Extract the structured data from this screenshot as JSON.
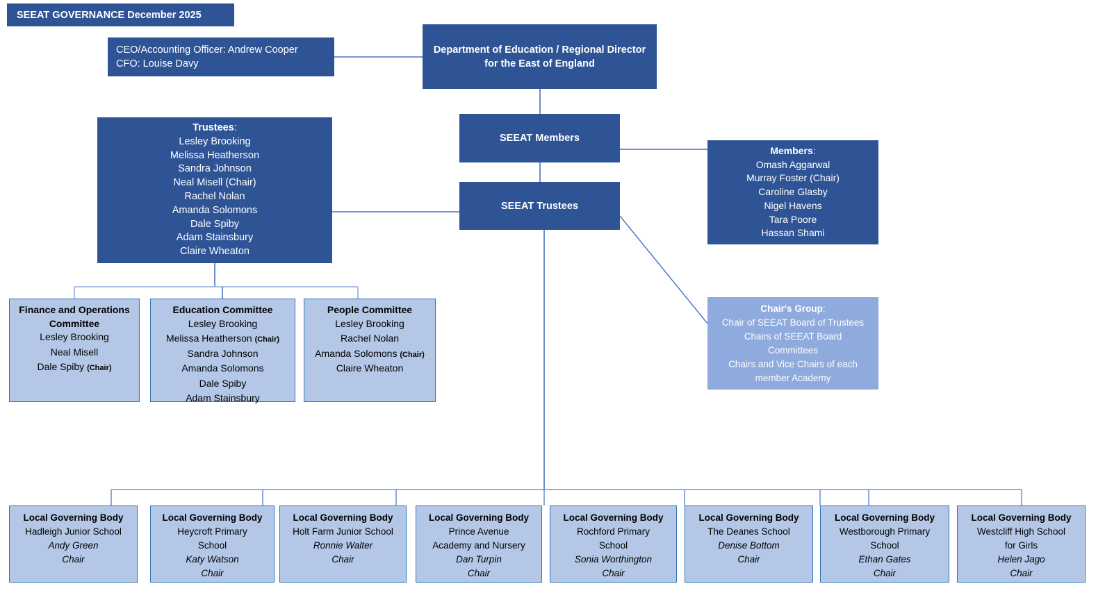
{
  "title_banner": {
    "text": "SEEAT GOVERNANCE December 2025"
  },
  "exec": {
    "line1": "CEO/Accounting Officer: Andrew Cooper",
    "line2": "CFO: Louise Davy"
  },
  "dfe": {
    "line1": "Department of Education / Regional Director",
    "line2": "for the East of England"
  },
  "seeat_members": {
    "label": "SEEAT Members"
  },
  "seeat_trustees": {
    "label": "SEEAT Trustees"
  },
  "members_panel": {
    "heading": "Members",
    "heading_colon": ":",
    "names": [
      "Omash Aggarwal",
      "Murray Foster (Chair)",
      "Caroline Glasby",
      "Nigel Havens",
      "Tara Poore",
      "Hassan Shami"
    ]
  },
  "trustees_panel": {
    "heading": "Trustees",
    "heading_colon": ":",
    "names": [
      "Lesley Brooking",
      "Melissa Heatherson",
      "Sandra Johnson",
      "Neal Misell (Chair)",
      "Rachel Nolan",
      "Amanda Solomons",
      "Dale Spiby",
      "Adam  Stainsbury",
      "Claire Wheaton"
    ]
  },
  "chairs_group": {
    "heading": "Chair's Group",
    "heading_colon": ":",
    "lines": [
      "Chair of SEEAT Board of Trustees",
      "Chairs of SEEAT Board",
      "Committees",
      "Chairs and Vice Chairs of each",
      "member Academy"
    ]
  },
  "committees": [
    {
      "title_lines": [
        "Finance and Operations",
        "Committee"
      ],
      "members": [
        {
          "name": "Lesley Brooking",
          "role": ""
        },
        {
          "name": "Neal Misell",
          "role": ""
        },
        {
          "name": "Dale Spiby",
          "role": "(Chair)"
        }
      ]
    },
    {
      "title_lines": [
        "Education Committee"
      ],
      "members": [
        {
          "name": "Lesley Brooking",
          "role": ""
        },
        {
          "name": "Melissa Heatherson",
          "role": "(Chair)"
        },
        {
          "name": "Sandra Johnson",
          "role": ""
        },
        {
          "name": "Amanda Solomons",
          "role": ""
        },
        {
          "name": "Dale Spiby",
          "role": ""
        },
        {
          "name": "Adam Stainsbury",
          "role": ""
        }
      ]
    },
    {
      "title_lines": [
        "People Committee"
      ],
      "members": [
        {
          "name": "Lesley Brooking",
          "role": ""
        },
        {
          "name": "Rachel Nolan",
          "role": ""
        },
        {
          "name": "Amanda Solomons",
          "role": "(Chair)"
        },
        {
          "name": "Claire Wheaton",
          "role": ""
        }
      ]
    }
  ],
  "lgb_heading": "Local Governing Body",
  "local_governing_bodies": [
    {
      "school_lines": [
        "Hadleigh Junior School",
        ""
      ],
      "chair_name": "Andy Green",
      "chair_role": "Chair"
    },
    {
      "school_lines": [
        "Heycroft Primary",
        "School"
      ],
      "chair_name": "Katy Watson",
      "chair_role": "Chair"
    },
    {
      "school_lines": [
        "Holt Farm Junior School",
        ""
      ],
      "chair_name": "Ronnie Walter",
      "chair_role": "Chair"
    },
    {
      "school_lines": [
        "Prince Avenue",
        "Academy and Nursery"
      ],
      "chair_name": "Dan Turpin",
      "chair_role": "Chair"
    },
    {
      "school_lines": [
        "Rochford Primary",
        "School"
      ],
      "chair_name": "Sonia Worthington",
      "chair_role": "Chair"
    },
    {
      "school_lines": [
        "The Deanes School",
        ""
      ],
      "chair_name": "Denise Bottom",
      "chair_role": "Chair"
    },
    {
      "school_lines": [
        "Westborough Primary",
        "School"
      ],
      "chair_name": "Ethan Gates",
      "chair_role": "Chair"
    },
    {
      "school_lines": [
        "Westcliff High School",
        "for Girls"
      ],
      "chair_name": "Helen Jago",
      "chair_role": "Chair"
    }
  ],
  "colors": {
    "dark_blue": "#2E5496",
    "mid_blue": "#8FAADC",
    "light_blue": "#B4C7E7",
    "line_blue": "#4472C4",
    "border_blue": "#2E75B6"
  }
}
